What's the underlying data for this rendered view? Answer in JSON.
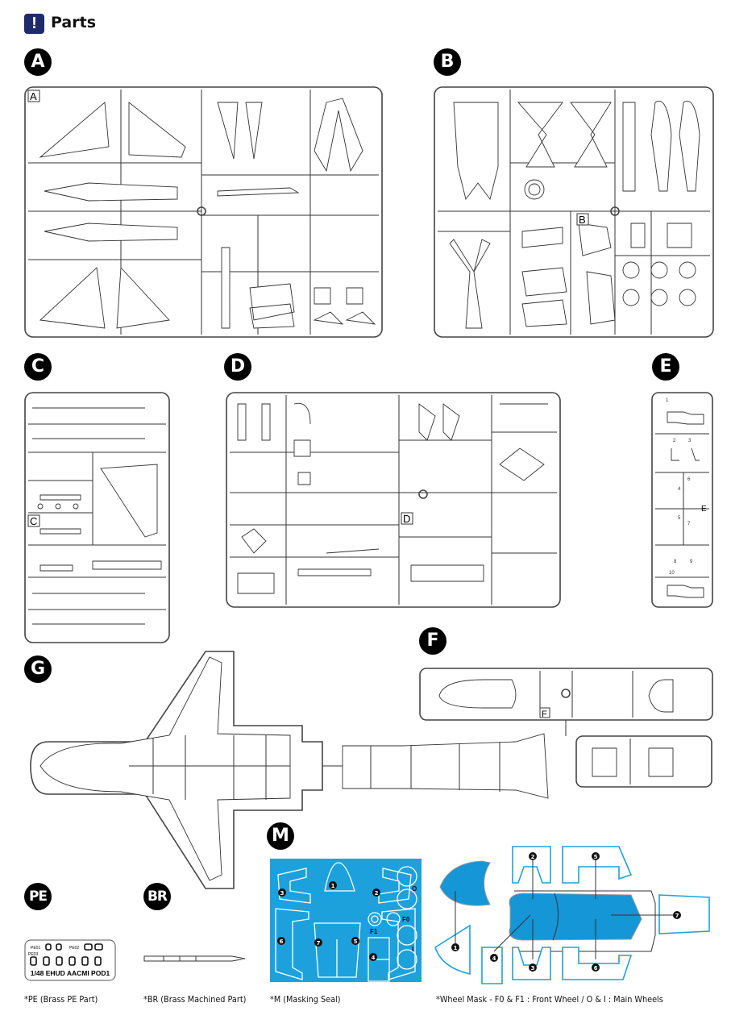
{
  "header": {
    "icon": "!",
    "title": "Parts"
  },
  "sprues": {
    "A": {
      "badge": "A",
      "label": "A"
    },
    "B": {
      "badge": "B",
      "label": "B"
    },
    "C": {
      "badge": "C",
      "label": "C"
    },
    "D": {
      "badge": "D",
      "label": "D"
    },
    "E": {
      "badge": "E",
      "label": "E",
      "parts": [
        "1",
        "2",
        "3",
        "4",
        "5",
        "6",
        "7",
        "8",
        "9",
        "10"
      ]
    },
    "F": {
      "badge": "F",
      "label": "F"
    },
    "G": {
      "badge": "G"
    },
    "M": {
      "badge": "M",
      "pieces": [
        "1",
        "2",
        "3",
        "4",
        "5",
        "6",
        "7"
      ],
      "wheel_labels": [
        "O",
        "F0",
        "F1",
        "I"
      ]
    },
    "PE": {
      "badge": "PE",
      "labels": [
        "PE01",
        "PE02",
        "PE03"
      ],
      "fret_text": "1/48 EHUD AACMI POD1"
    },
    "BR": {
      "badge": "BR"
    }
  },
  "wheel_mask": {
    "pieces": [
      "1",
      "2",
      "3",
      "4",
      "5",
      "6",
      "7"
    ]
  },
  "captions": {
    "pe": "*PE (Brass PE Part)",
    "br": "*BR (Brass Machined Part)",
    "m": "*M (Masking Seal)",
    "wheel": "*Wheel Mask - F0 & F1 : Front Wheel / O & I : Main Wheels"
  },
  "colors": {
    "header_icon": "#1d2a6b",
    "mask_blue": "#1da1dc",
    "badge": "#000000"
  }
}
